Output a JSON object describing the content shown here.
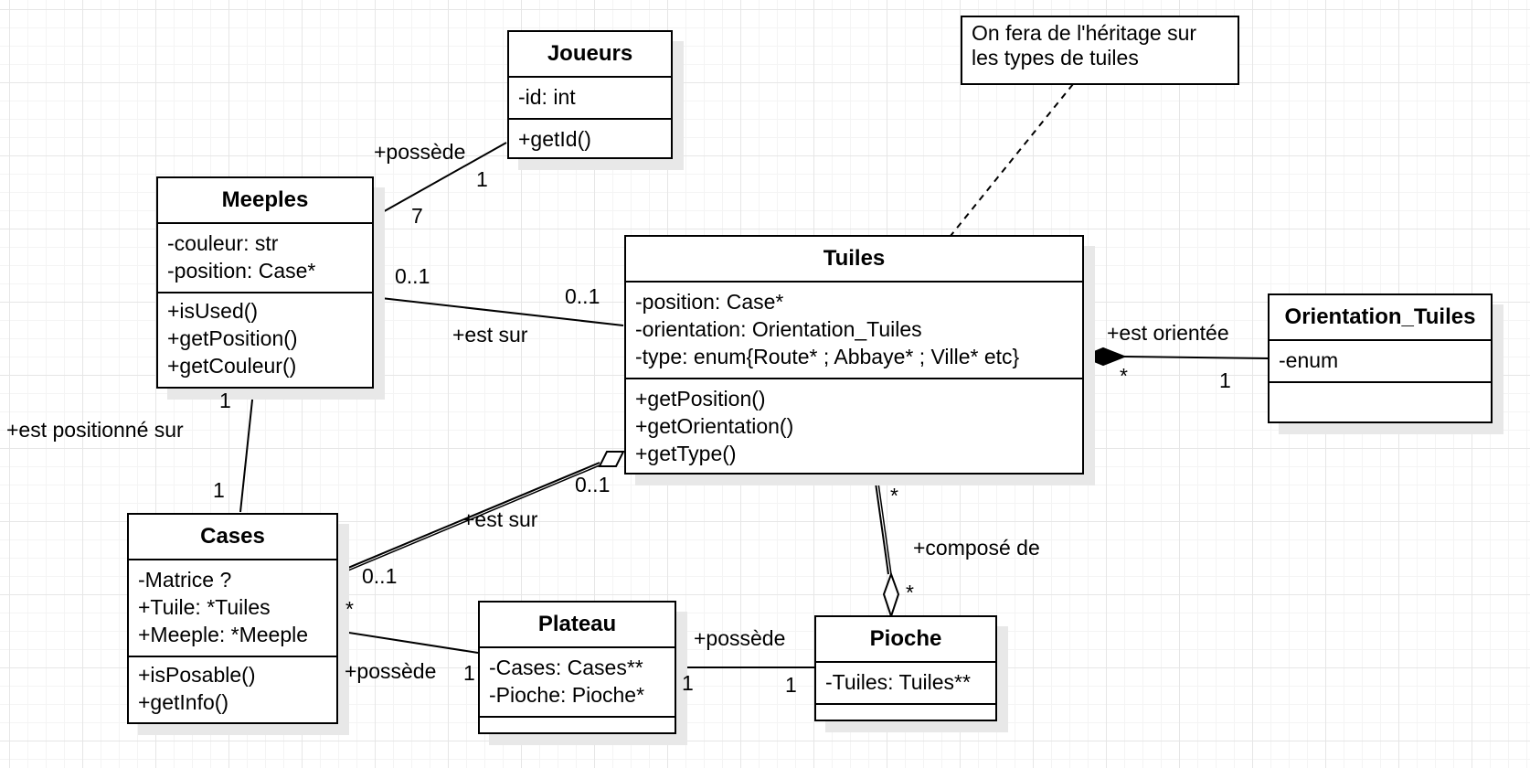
{
  "classes": {
    "joueurs": {
      "name": "Joueurs",
      "attributes": [
        "-id: int"
      ],
      "methods": [
        "+getId()"
      ]
    },
    "meeples": {
      "name": "Meeples",
      "attributes": [
        "-couleur: str",
        "-position: Case*"
      ],
      "methods": [
        "+isUsed()",
        "+getPosition()",
        "+getCouleur()"
      ]
    },
    "tuiles": {
      "name": "Tuiles",
      "attributes": [
        "-position: Case*",
        "-orientation: Orientation_Tuiles",
        "-type: enum{Route* ; Abbaye* ; Ville* etc}"
      ],
      "methods": [
        "+getPosition()",
        "+getOrientation()",
        "+getType()"
      ]
    },
    "orientation": {
      "name": "Orientation_Tuiles",
      "attributes": [
        "-enum"
      ],
      "methods": []
    },
    "cases": {
      "name": "Cases",
      "attributes": [
        "-Matrice ?",
        "+Tuile: *Tuiles",
        "+Meeple: *Meeple"
      ],
      "methods": [
        "+isPosable()",
        "+getInfo()"
      ]
    },
    "plateau": {
      "name": "Plateau",
      "attributes": [
        "-Cases: Cases**",
        "-Pioche: Pioche*"
      ],
      "methods": []
    },
    "pioche": {
      "name": "Pioche",
      "attributes": [
        "-Tuiles: Tuiles**"
      ],
      "methods": []
    }
  },
  "note": {
    "line1": "On fera de l'héritage sur",
    "line2": "les  types de tuiles"
  },
  "relations": {
    "meeples_joueurs": {
      "role": "+possède",
      "mult_joueurs": "1",
      "mult_meeples": "7"
    },
    "meeples_tuiles": {
      "role": "+est sur",
      "mult_meeples": "0..1",
      "mult_tuiles": "0..1"
    },
    "meeples_cases": {
      "role": "+est positionné sur",
      "mult_meeples": "1",
      "mult_cases": "1"
    },
    "cases_tuiles": {
      "role": "+est sur",
      "mult_tuiles": "0..1",
      "mult_cases": "0..1"
    },
    "tuiles_orientation": {
      "role": "+est orientée",
      "mult_tuiles": "*",
      "mult_orientation": "1"
    },
    "tuiles_pioche": {
      "role": "+composé de",
      "mult_tuiles": "*",
      "mult_pioche": "*"
    },
    "cases_plateau": {
      "role": "+possède",
      "mult_cases": "*",
      "mult_plateau": "1"
    },
    "plateau_pioche": {
      "role": "+possède",
      "mult_plateau": "1",
      "mult_pioche": "1"
    }
  }
}
